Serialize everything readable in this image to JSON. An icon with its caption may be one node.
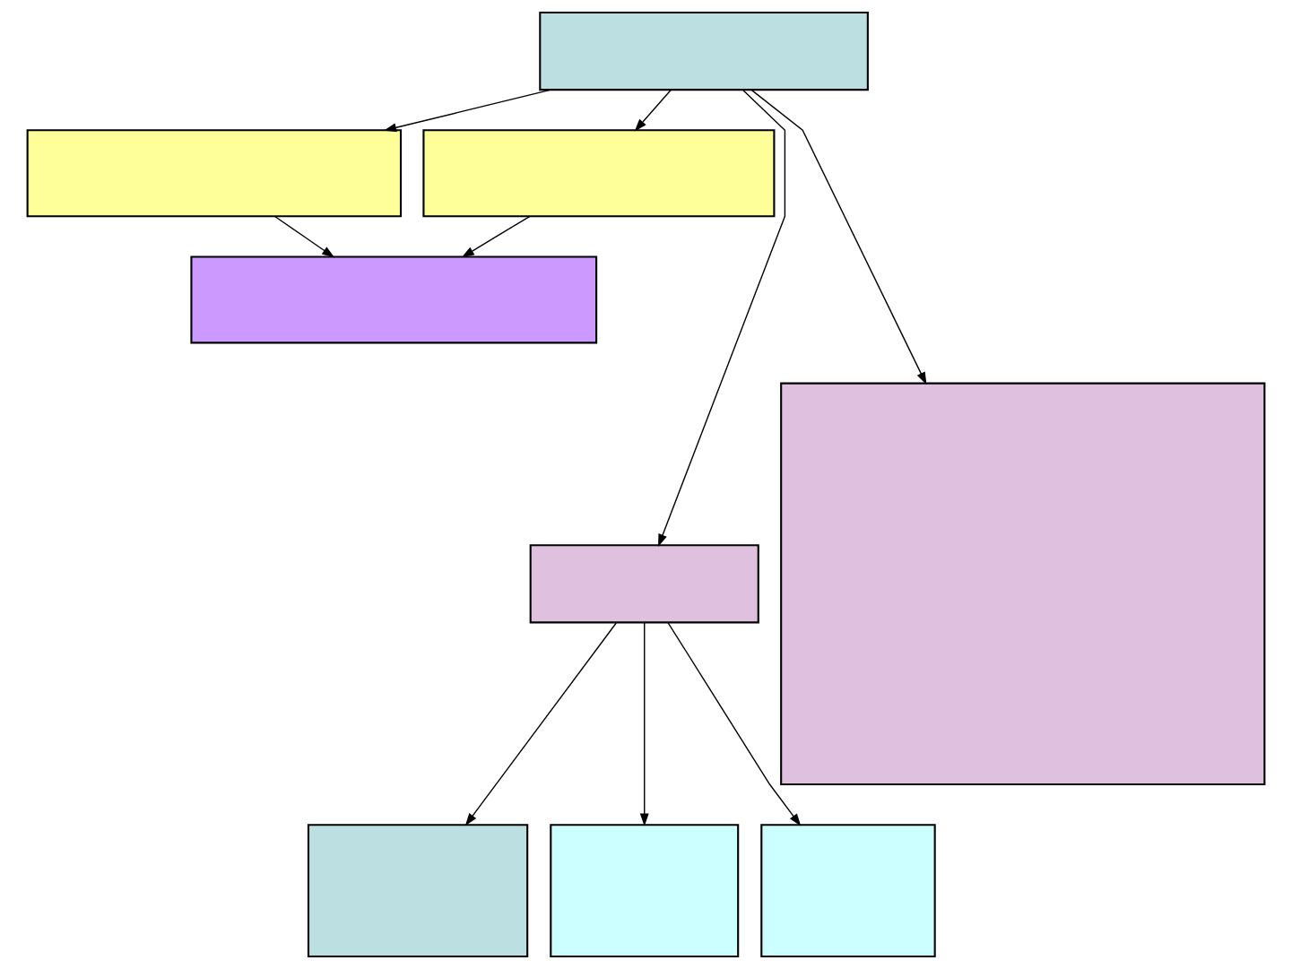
{
  "diagram": {
    "nodes": [
      {
        "text": [],
        "shape": "box"
      },
      {
        "text": [],
        "shape": "box"
      },
      {
        "text": [],
        "shape": "box"
      },
      {
        "text": [],
        "shape": "box"
      },
      {
        "text": [],
        "shape": "box"
      },
      {
        "text": [],
        "shape": "box"
      },
      {
        "text": [],
        "shape": "box"
      },
      {
        "text": [],
        "shape": "box"
      },
      {
        "text": [],
        "shape": "box"
      }
    ],
    "edges": [
      {
        "from": 0,
        "to": 1,
        "arrow": "to"
      },
      {
        "from": 0,
        "to": 2,
        "arrow": "to"
      },
      {
        "from": 0,
        "to": 4,
        "arrow": "to"
      },
      {
        "from": 0,
        "to": 5,
        "arrow": "to"
      },
      {
        "from": 1,
        "to": 3,
        "arrow": "to"
      },
      {
        "from": 2,
        "to": 3,
        "arrow": "to"
      },
      {
        "from": 4,
        "to": 6,
        "arrow": "to"
      },
      {
        "from": 4,
        "to": 7,
        "arrow": "to"
      },
      {
        "from": 4,
        "to": 8,
        "arrow": "to"
      }
    ]
  }
}
